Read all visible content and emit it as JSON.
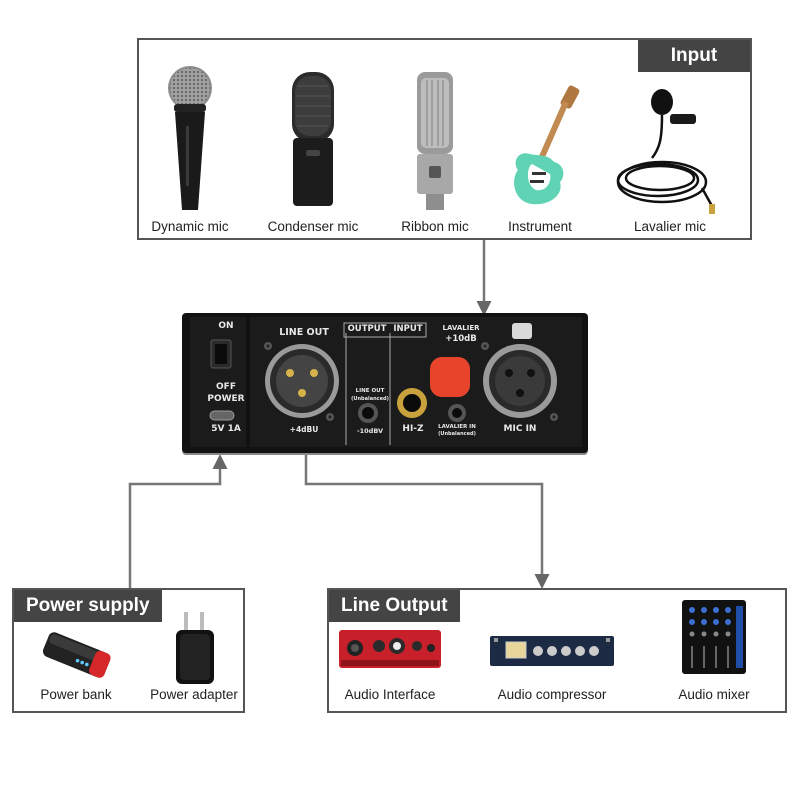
{
  "input": {
    "tag": "Input",
    "items": [
      {
        "label": "Dynamic mic",
        "icon": "dynamic-mic-icon"
      },
      {
        "label": "Condenser mic",
        "icon": "condenser-mic-icon"
      },
      {
        "label": "Ribbon mic",
        "icon": "ribbon-mic-icon"
      },
      {
        "label": "Instrument",
        "icon": "electric-guitar-icon"
      },
      {
        "label": "Lavalier mic",
        "icon": "lavalier-mic-icon"
      }
    ]
  },
  "device": {
    "on": "ON",
    "off": "OFF",
    "power": "POWER",
    "power_spec": "5V 1A",
    "line_out": "LINE OUT",
    "line_out_level": "+4dBU",
    "output": "OUTPUT",
    "input": "INPUT",
    "line_out_unbal_1": "LINE OUT",
    "line_out_unbal_2": "(Unbalanced)",
    "line_out_unbal_level": "-10dBV",
    "lavalier": "LAVALIER",
    "lavalier_gain": "+10dB",
    "hiz": "HI-Z",
    "lavalier_in_1": "LAVALIER IN",
    "lavalier_in_2": "(Unbalanced)",
    "mic_in": "MIC IN"
  },
  "power_supply": {
    "tag": "Power supply",
    "items": [
      {
        "label": "Power bank",
        "icon": "power-bank-icon"
      },
      {
        "label": "Power adapter",
        "icon": "power-adapter-icon"
      }
    ]
  },
  "line_output": {
    "tag": "Line Output",
    "items": [
      {
        "label": "Audio Interface",
        "icon": "audio-interface-icon"
      },
      {
        "label": "Audio compressor",
        "icon": "audio-compressor-icon"
      },
      {
        "label": "Audio mixer",
        "icon": "audio-mixer-icon"
      }
    ]
  },
  "colors": {
    "frame": "#555555",
    "tag_bg": "#444444",
    "device": "#1c1c1c",
    "knob": "#e8442c"
  }
}
